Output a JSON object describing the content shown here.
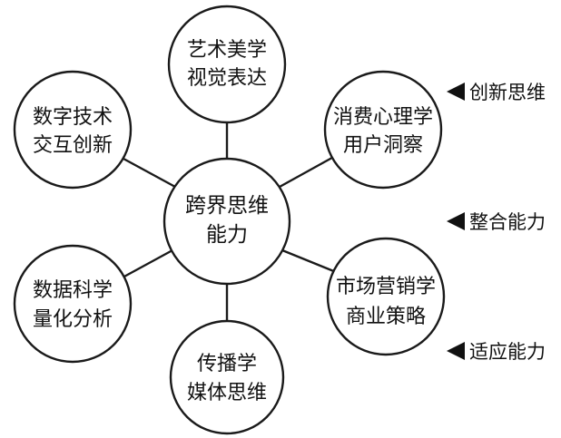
{
  "diagram": {
    "center": {
      "line1": "跨界思维",
      "line2": "能力"
    },
    "nodes": [
      {
        "id": "art",
        "line1": "艺术美学",
        "line2": "视觉表达"
      },
      {
        "id": "psychology",
        "line1": "消费心理学",
        "line2": "用户洞察"
      },
      {
        "id": "marketing",
        "line1": "市场营销学",
        "line2": "商业策略"
      },
      {
        "id": "communication",
        "line1": "传播学",
        "line2": "媒体思维"
      },
      {
        "id": "data",
        "line1": "数据科学",
        "line2": "量化分析"
      },
      {
        "id": "digital",
        "line1": "数字技术",
        "line2": "交互创新"
      }
    ],
    "side_labels": [
      {
        "text": "创新思维"
      },
      {
        "text": "整合能力"
      },
      {
        "text": "适应能力"
      }
    ]
  }
}
